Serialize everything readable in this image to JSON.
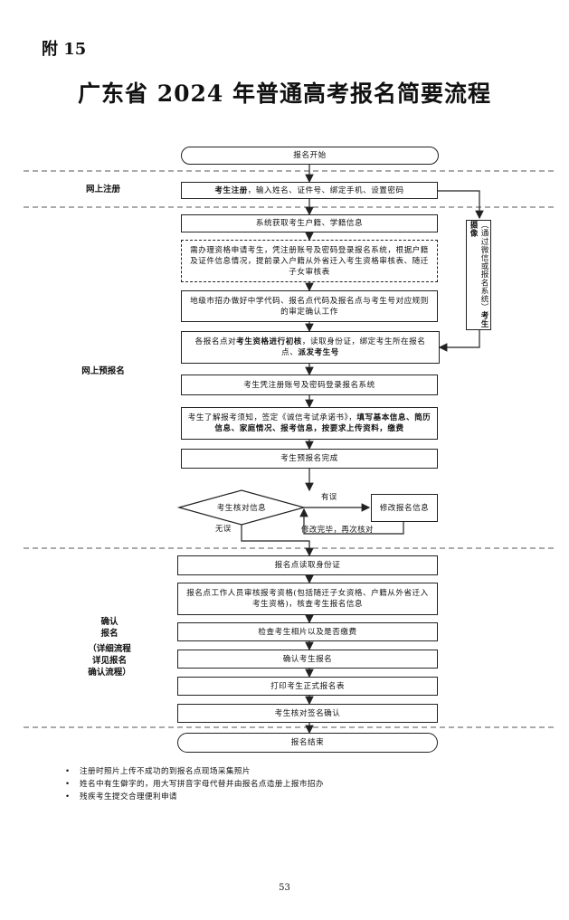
{
  "appendix_label": "附 15",
  "title": "广东省 2024 年普通高考报名简要流程",
  "phases": {
    "online_register": "网上注册",
    "online_pre": "网上预报名",
    "confirm_1": "确认",
    "confirm_2": "报名",
    "confirm_3": "（详细流程",
    "confirm_4": "详见报名",
    "confirm_5": "确认流程）"
  },
  "steps": {
    "start": "报名开始",
    "register_bold": "考生注册",
    "register_rest": "，输入姓名、证件号、绑定手机、设置密码",
    "fetch_info": "系统获取考生户籍、学籍信息",
    "special_apply": "需办理资格申请考生，凭注册账号及密码登录报名系统，根据户籍及证件信息情况，提前录入户籍从外省迁入考生资格审核表、随迁子女审核表",
    "code_preparation": "地级市招办做好中学代码、报名点代码及报名点与考生号对应规则的审定确认工作",
    "point_verify_a": "各报名点对",
    "point_verify_b": "考生资格进行初核",
    "point_verify_c": "，读取身份证，绑定考生所在报名点、",
    "point_verify_d": "派发考生号",
    "login_system": "考生凭注册账号及密码登录报名系统",
    "fill_a": "考生了解报考须知，签定《诚信考试承诺书》，",
    "fill_b": "填写基本信息、简历信息、家庭情况、报考信息，按要求上传资料，缴费",
    "pre_complete": "考生预报名完成",
    "check_info": "考生核对信息",
    "modify_info": "修改报名信息",
    "read_id": "报名点读取身份证",
    "staff_review": "报名点工作人员审核报考资格(包括随迁子女资格、户籍从外省迁入考生资格)，核查考生报名信息",
    "check_photo": "检查考生相片以及是否缴费",
    "confirm_signup": "确认考生报名",
    "print_form": "打印考生正式报名表",
    "sign_confirm": "考生核对签名确认",
    "end": "报名结束"
  },
  "side_box": {
    "text_a": "（通过微信或报名系统）",
    "text_b": "考生摄像"
  },
  "edge_labels": {
    "has_error": "有误",
    "no_error": "无误",
    "after_modify": "修改完毕，再次核对"
  },
  "notes": [
    "注册时照片上传不成功的到报名点现场采集照片",
    "姓名中有生僻字的，用大写拼音字母代替并由报名点造册上报市招办",
    "残疾考生提交合理便利申请"
  ],
  "page_number": "53"
}
